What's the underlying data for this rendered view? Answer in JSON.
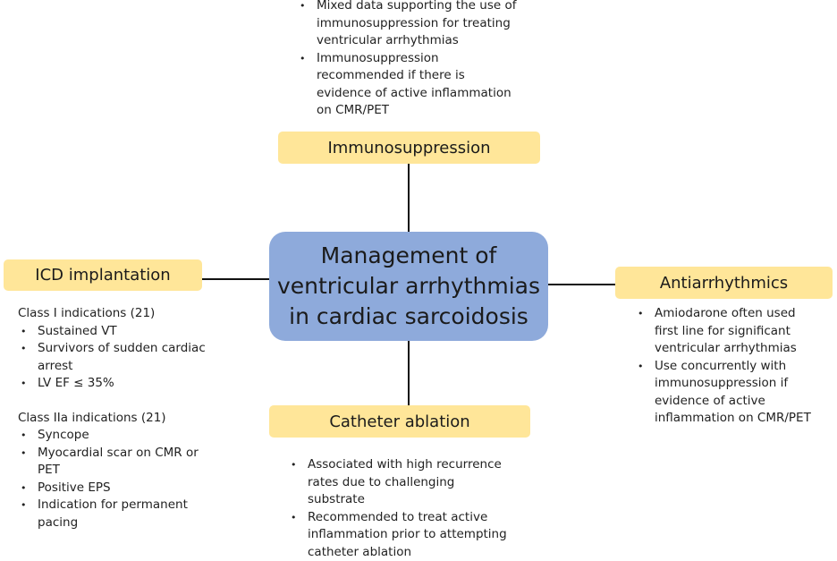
{
  "center": {
    "lines": [
      "Management of",
      "ventricular arrhythmias",
      "in cardiac sarcoidosis"
    ]
  },
  "immunosuppression": {
    "label": "Immunosuppression",
    "bullets": [
      "Mixed data supporting the use of immunosuppression for treating ventricular arrhythmias",
      "Immunosuppression recommended if there is evidence of active inflammation on CMR/PET"
    ]
  },
  "icd": {
    "label": "ICD implantation",
    "class1_heading": "Class I indications (21)",
    "class1": [
      "Sustained VT",
      "Survivors of sudden cardiac arrest",
      "LV EF ≤ 35%"
    ],
    "class2_heading": "Class IIa indications (21)",
    "class2": [
      "Syncope",
      "Myocardial scar on CMR or PET",
      "Positive EPS",
      "Indication for permanent pacing"
    ]
  },
  "antiarrhythmics": {
    "label": "Antiarrhythmics",
    "bullets": [
      "Amiodarone often used first line for significant ventricular arrhythmias",
      "Use concurrently with immunosuppression if evidence of active inflammation on CMR/PET"
    ]
  },
  "ablation": {
    "label": "Catheter ablation",
    "bullets": [
      "Associated with high recurrence rates due to challenging substrate",
      "Recommended to treat active inflammation prior to attempting catheter ablation"
    ]
  }
}
